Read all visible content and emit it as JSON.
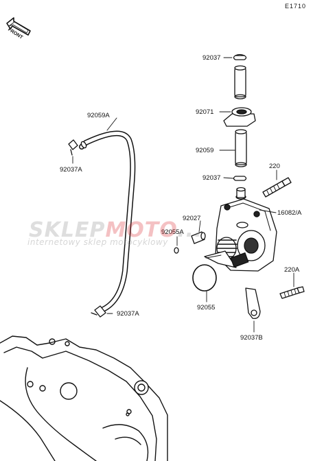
{
  "diagram_code": "E1710",
  "front_arrow_text": "FRONT",
  "parts": {
    "p92037_top": "92037",
    "p92071": "92071",
    "p92059": "92059",
    "p92037_mid": "92037",
    "p220": "220",
    "p16082A": "16082/A",
    "p92027": "92027",
    "p92055A": "92055A",
    "p92059A": "92059A",
    "p92037A_top": "92037A",
    "p92037A_bottom": "92037A",
    "p220A": "220A",
    "p92055": "92055",
    "p92037B": "92037B"
  },
  "watermark": {
    "brand_part1": "SKLEP",
    "brand_part2": "MOTO",
    "brand_part3": "...",
    "subtitle": "internetowy sklep motocyklowy"
  }
}
